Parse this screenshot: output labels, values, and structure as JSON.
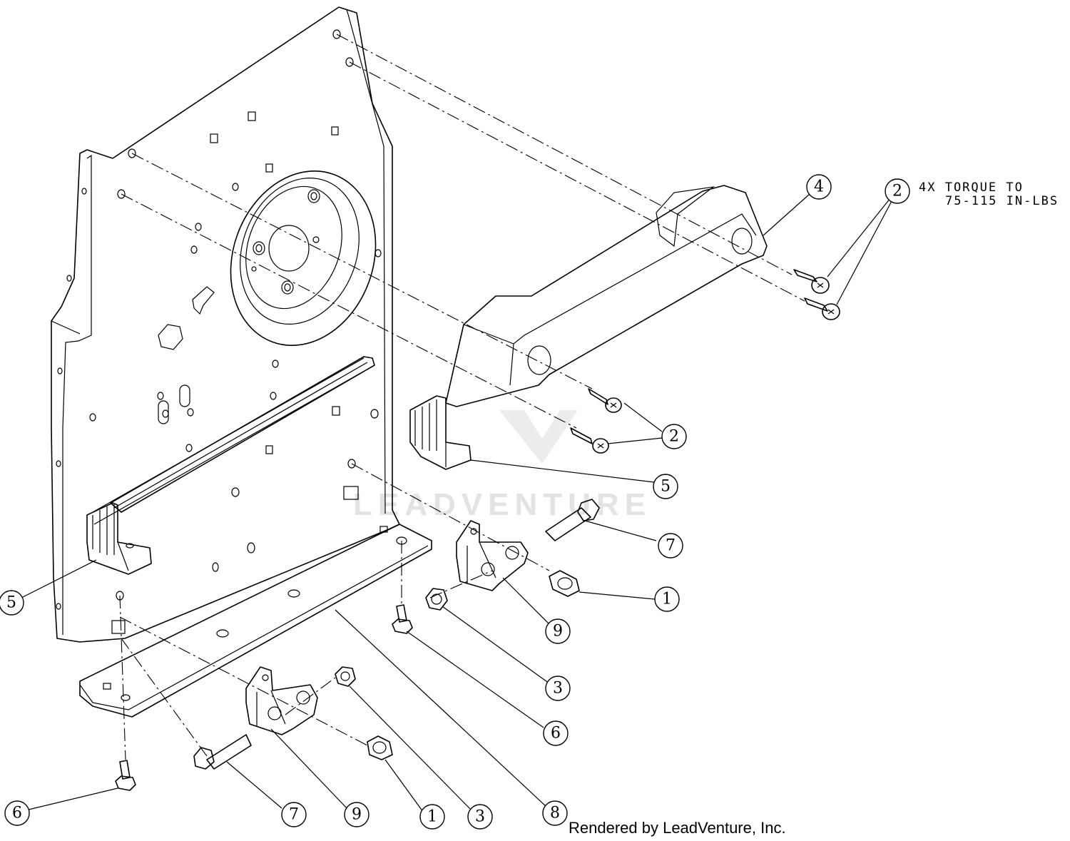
{
  "note": {
    "line1": "4X TORQUE TO",
    "line2": "75-115 IN-LBS"
  },
  "watermark": "LEADVENTURE",
  "credit": "Rendered by LeadVenture, Inc.",
  "callouts": [
    {
      "id": "c4",
      "num": "4"
    },
    {
      "id": "c2a",
      "num": "2"
    },
    {
      "id": "c2b",
      "num": "2"
    },
    {
      "id": "c5a",
      "num": "5"
    },
    {
      "id": "c7a",
      "num": "7"
    },
    {
      "id": "c1a",
      "num": "1"
    },
    {
      "id": "c9a",
      "num": "9"
    },
    {
      "id": "c3a",
      "num": "3"
    },
    {
      "id": "c6a",
      "num": "6"
    },
    {
      "id": "c5b",
      "num": "5"
    },
    {
      "id": "c6b",
      "num": "6"
    },
    {
      "id": "c7b",
      "num": "7"
    },
    {
      "id": "c9b",
      "num": "9"
    },
    {
      "id": "c1b",
      "num": "1"
    },
    {
      "id": "c3b",
      "num": "3"
    },
    {
      "id": "c8",
      "num": "8"
    }
  ]
}
